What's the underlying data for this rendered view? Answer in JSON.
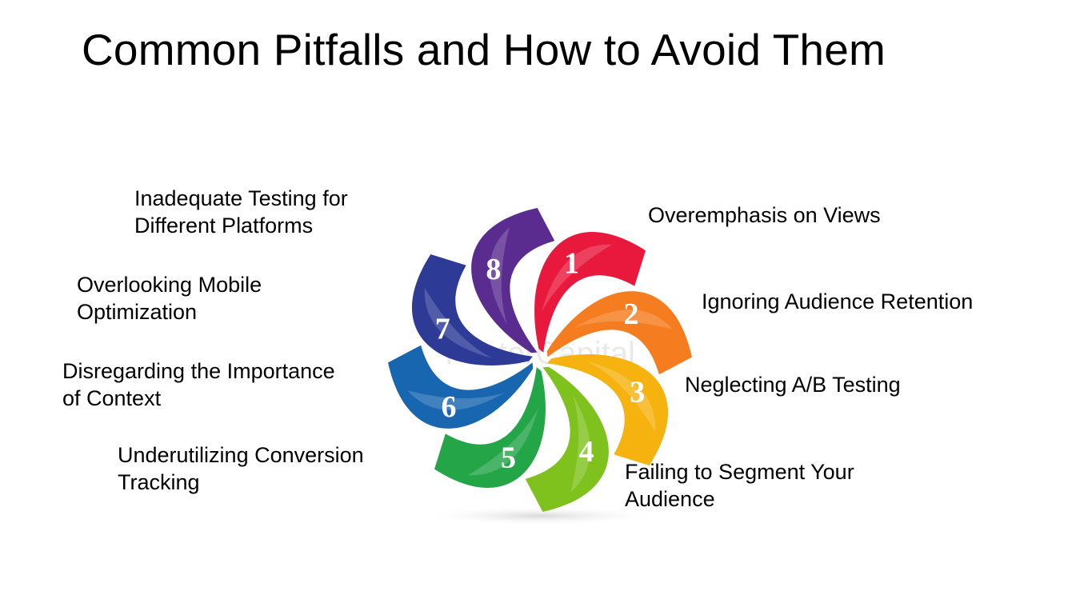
{
  "slide": {
    "title": "Common Pitfalls and How to Avoid Them"
  },
  "watermark": "FasterCapital",
  "pitfalls": [
    {
      "number": "1",
      "label_lines": [
        "Overemphasis on Views"
      ],
      "color": "#e8193c"
    },
    {
      "number": "2",
      "label_lines": [
        "Ignoring Audience Retention"
      ],
      "color": "#f57c1f"
    },
    {
      "number": "3",
      "label_lines": [
        "Neglecting A/B Testing"
      ],
      "color": "#f6b20f"
    },
    {
      "number": "4",
      "label_lines": [
        "Failing to Segment Your",
        "Audience"
      ],
      "color": "#7fc21e"
    },
    {
      "number": "5",
      "label_lines": [
        "Underutilizing Conversion",
        "Tracking"
      ],
      "color": "#23a548"
    },
    {
      "number": "6",
      "label_lines": [
        "Disregarding the Importance",
        "of Context"
      ],
      "color": "#1866b0"
    },
    {
      "number": "7",
      "label_lines": [
        "Overlooking Mobile",
        "Optimization"
      ],
      "color": "#2d3a96"
    },
    {
      "number": "8",
      "label_lines": [
        "Inadequate Testing for",
        "Different Platforms"
      ],
      "color": "#5b2c8f"
    }
  ]
}
